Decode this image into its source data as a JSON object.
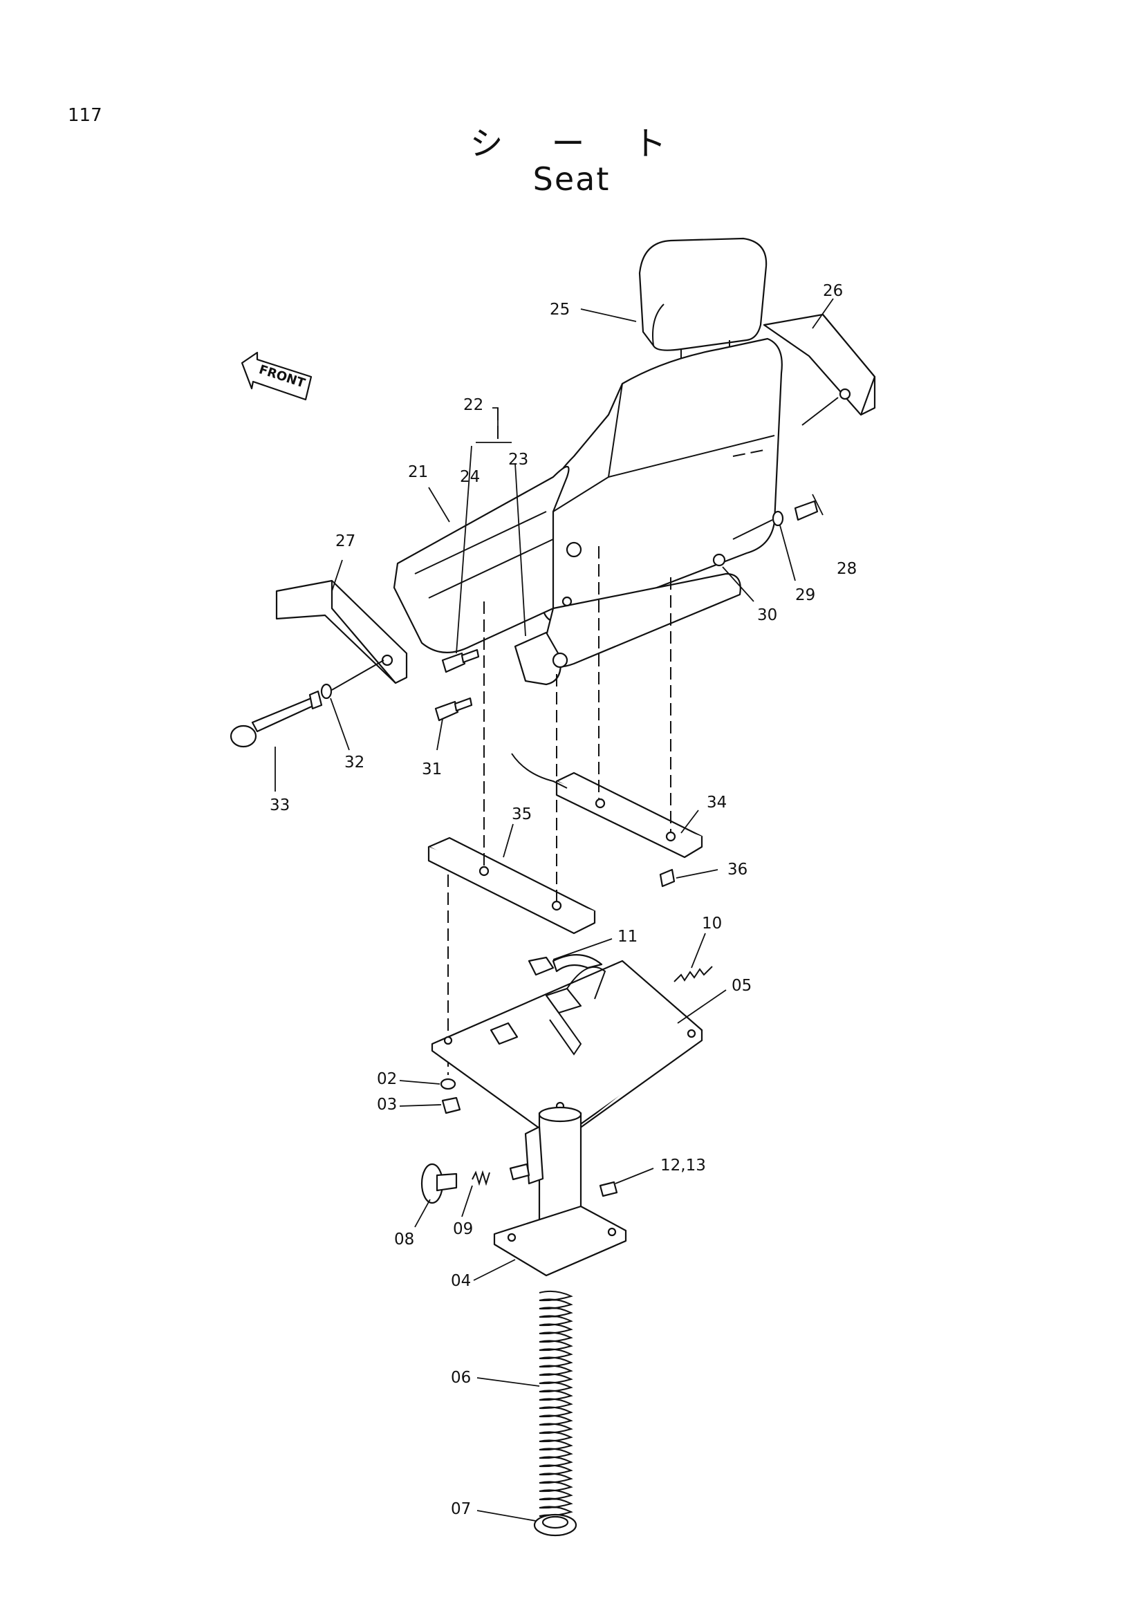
{
  "page_number": "117",
  "title_jp": "シート",
  "title_en": "Seat",
  "front_marker": "FRONT",
  "callouts": [
    {
      "id": "25",
      "label": "25"
    },
    {
      "id": "26",
      "label": "26"
    },
    {
      "id": "22",
      "label": "22"
    },
    {
      "id": "23",
      "label": "23"
    },
    {
      "id": "24",
      "label": "24"
    },
    {
      "id": "21",
      "label": "21"
    },
    {
      "id": "27",
      "label": "27"
    },
    {
      "id": "28",
      "label": "28"
    },
    {
      "id": "29",
      "label": "29"
    },
    {
      "id": "30",
      "label": "30"
    },
    {
      "id": "31",
      "label": "31"
    },
    {
      "id": "32",
      "label": "32"
    },
    {
      "id": "33",
      "label": "33"
    },
    {
      "id": "34",
      "label": "34"
    },
    {
      "id": "35",
      "label": "35"
    },
    {
      "id": "36",
      "label": "36"
    },
    {
      "id": "11",
      "label": "11"
    },
    {
      "id": "10",
      "label": "10"
    },
    {
      "id": "05",
      "label": "05"
    },
    {
      "id": "02",
      "label": "02"
    },
    {
      "id": "03",
      "label": "03"
    },
    {
      "id": "12-13",
      "label": "12,13"
    },
    {
      "id": "08",
      "label": "08"
    },
    {
      "id": "09",
      "label": "09"
    },
    {
      "id": "04",
      "label": "04"
    },
    {
      "id": "06",
      "label": "06"
    },
    {
      "id": "07",
      "label": "07"
    }
  ]
}
